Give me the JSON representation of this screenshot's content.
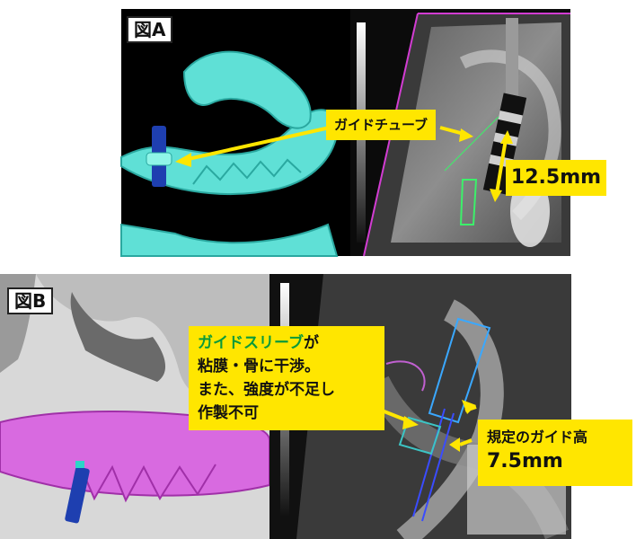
{
  "panel_a": {
    "label": "図A",
    "callout_guide_tube": "ガイドチューブ",
    "measure": "12.5mm"
  },
  "panel_b": {
    "label": "図B",
    "callout_sleeve_keyword": "ガイドスリーブ",
    "callout_sleeve_rest1": "が",
    "callout_sleeve_line2": "粘膜・骨に干渉。",
    "callout_sleeve_line3": "また、強度が不足し",
    "callout_sleeve_line4": "作製不可",
    "callout_height_line1": "規定のガイド高",
    "callout_height_line2": "7.5mm"
  },
  "colors": {
    "callout_yellow": "#ffe600",
    "sleeve_text_green": "#0a9a3a",
    "model_cyan": "#5fe0d6",
    "model_pink": "#d86ae0",
    "implant_blue": "#1e3fb0"
  }
}
